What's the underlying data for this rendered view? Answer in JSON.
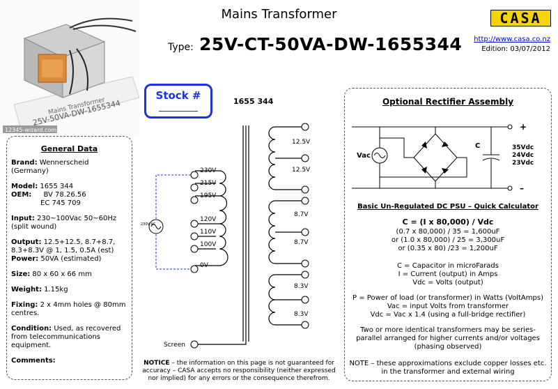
{
  "header": {
    "title": "Mains Transformer",
    "type_label": "Type:",
    "type_value": "25V-CT-50VA-DW-1655344",
    "logo": "CASA",
    "url": "http://www.casa.co.nz",
    "edition": "Edition: 03/07/2012"
  },
  "photo": {
    "watermark": "12345-wizard.com",
    "label_text": "25V-50VA-DW-1655344",
    "label_small": "Mains Transformer"
  },
  "stock": {
    "label": "Stock #"
  },
  "part_number": "1655 344",
  "general": {
    "heading": "General Data",
    "brand_label": "Brand:",
    "brand_value": "Wennerscheid (Germany)",
    "model_label": "Model:",
    "model_value": "1655 344",
    "oem_label": "OEM:",
    "oem_value1": "BV 78.26.56",
    "oem_value2": "EC 745 709",
    "input_label": "Input:",
    "input_value": "230~100Vac 50~60Hz (split wound)",
    "output_label": "Output:",
    "output_value": "12.5+12.5, 8.7+8.7, 8.3+8.3V @ 1, 1.5, 0.5A (est)",
    "power_label": "Power:",
    "power_value": "50VA (estimated)",
    "size_label": "Size:",
    "size_value": "80 x 60 x 66 mm",
    "weight_label": "Weight:",
    "weight_value": "1.15kg",
    "fixing_label": "Fixing:",
    "fixing_value": "2 x 4mm holes @ 80mm centres.",
    "condition_label": "Condition:",
    "condition_value": "Used, as recovered from telecommunications equipment.",
    "comments_label": "Comments:"
  },
  "schematic": {
    "primary_taps": [
      "230V",
      "215V",
      "195V",
      "120V",
      "110V",
      "100V",
      "0V"
    ],
    "ac_source": "230V AC",
    "secondaries": [
      "12.5V",
      "12.5V",
      "8.7V",
      "8.7V",
      "8.3V",
      "8.3V"
    ],
    "screen": "Screen"
  },
  "rectifier": {
    "title": "Optional Rectifier Assembly",
    "vac": "Vac",
    "cap": "C",
    "plus": "+",
    "minus": "–",
    "vdc": [
      "35Vdc",
      "24Vdc",
      "23Vdc"
    ]
  },
  "calc": {
    "title": "Basic Un-Regulated DC PSU – Quick Calculator",
    "formula": "C = (I x 80,000) / Vdc",
    "ex1": "(0.7 x 80,000) / 35 = 1,600uF",
    "ex2": "or (1.0 x 80,000) / 25 = 3,300uF",
    "ex3": "or (0.35 x 80) /23 = 1,200uF",
    "def1": "C = Capacitor in microFarads",
    "def2": "I = Current (output) in Amps",
    "def3": "Vdc = Volts (output)",
    "p1": "P = Power of load (or transformer) in Watts (VoltAmps)",
    "p2": "Vac = input Volts from transformer",
    "p3": "Vdc = Vac x 1.4 (using a full-bridge rectifier)",
    "s1": "Two or more identical transformers may be series-",
    "s2": "parallel arranged for higher currents and/or voltages",
    "s3": "(phasing observed)",
    "n1": "NOTE – these approximations exclude copper losses etc.",
    "n2": "in the transformer and external wiring"
  },
  "notice": {
    "label": "NOTICE",
    "text": " – the information on this page is not guaranteed for accuracy – CASA accepts no responsibility (neither expressed nor implied) for any errors or the consequence therefrom."
  }
}
